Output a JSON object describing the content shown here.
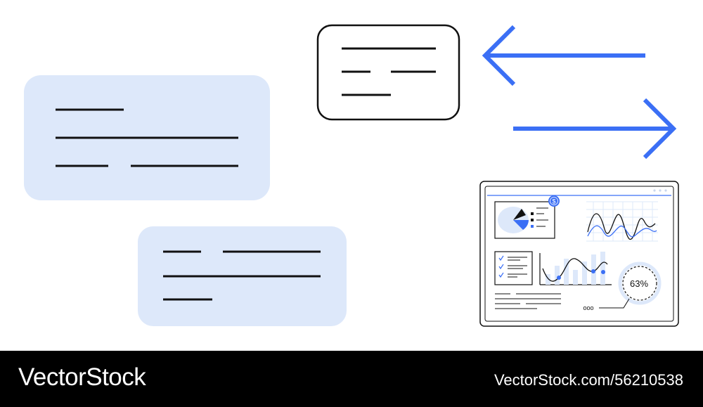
{
  "illustration": {
    "accent_color": "#3b6ff5",
    "bubble_fill": "#dde8fa",
    "dashboard": {
      "percent_label": "63%",
      "badge_symbol": "$",
      "dots_label": "ooo"
    }
  },
  "footer": {
    "brand": "VectorStock",
    "stock_id": "VectorStock.com/56210538"
  }
}
